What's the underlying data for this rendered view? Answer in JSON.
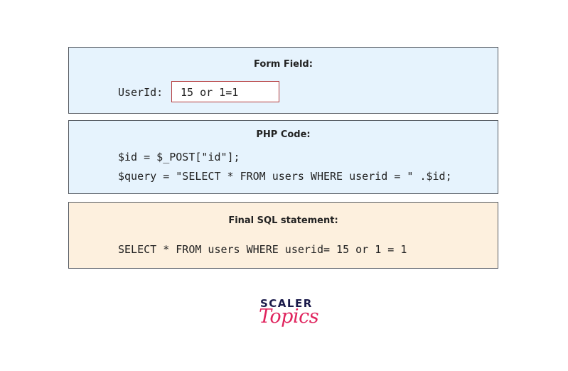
{
  "form_section": {
    "heading": "Form Field:",
    "field_label": "UserId:",
    "field_value": "15 or 1=1"
  },
  "php_section": {
    "heading": "PHP Code:",
    "lines": [
      "$id = $_POST[\"id\"];",
      "$query = \"SELECT * FROM users WHERE userid = \" .$id;"
    ]
  },
  "sql_section": {
    "heading": "Final SQL statement:",
    "statement": "SELECT * FROM users WHERE userid= 15 or 1 = 1"
  },
  "logo": {
    "line1": "SCALER",
    "line2": "Topics"
  },
  "colors": {
    "box_blue": "#e6f3fd",
    "box_cream": "#fdf0de",
    "border": "#555a61",
    "field_border": "#b3393b",
    "logo_navy": "#1a1a4a",
    "logo_pink": "#e0245e"
  }
}
